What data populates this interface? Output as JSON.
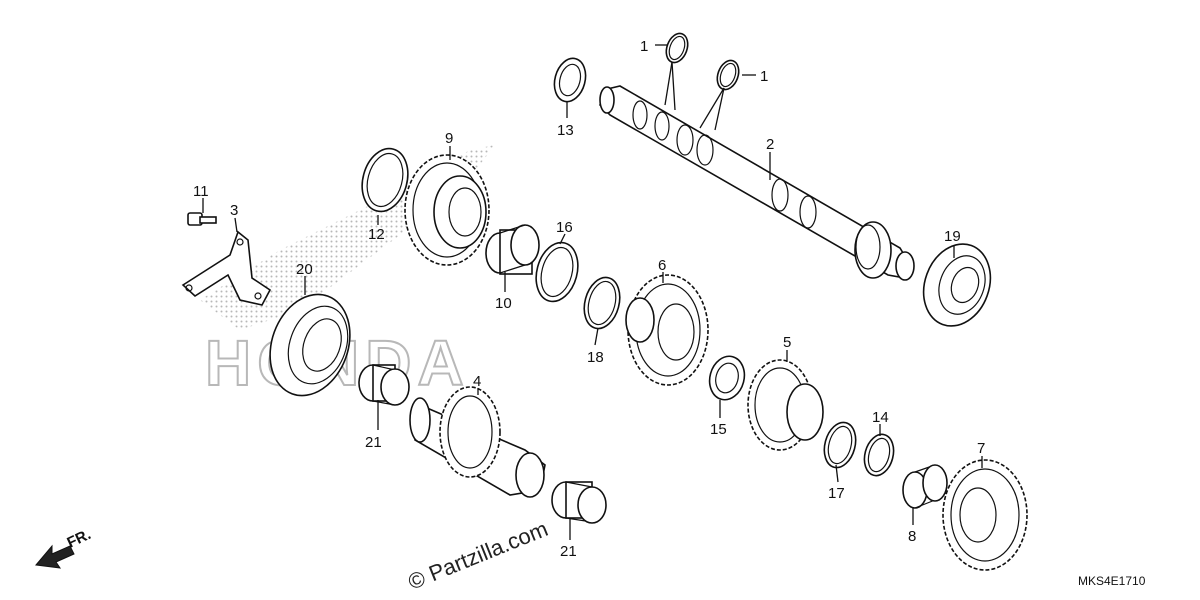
{
  "diagram": {
    "callouts": {
      "p1a": "1",
      "p1b": "1",
      "p2": "2",
      "p3": "3",
      "p4": "4",
      "p5": "5",
      "p6": "6",
      "p7": "7",
      "p8": "8",
      "p9": "9",
      "p10": "10",
      "p11": "11",
      "p12": "12",
      "p13": "13",
      "p14": "14",
      "p15": "15",
      "p16": "16",
      "p17": "17",
      "p18": "18",
      "p19": "19",
      "p20": "20",
      "p21a": "21",
      "p21b": "21"
    },
    "front_arrow_label": "FR.",
    "diagram_code": "MKS4E1710",
    "watermark": "© Partzilla.com",
    "background_logo": "HONDA"
  },
  "colors": {
    "ink": "#111111",
    "watermark_dots": "#b8b8b8"
  }
}
